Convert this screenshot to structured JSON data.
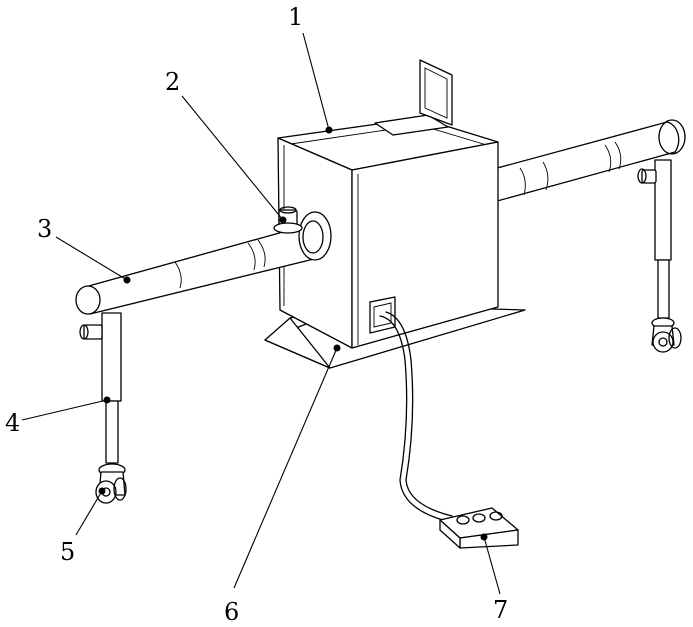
{
  "labels": {
    "l1": "1",
    "l2": "2",
    "l3": "3",
    "l4": "4",
    "l5": "5",
    "l6": "6",
    "l7": "7"
  }
}
